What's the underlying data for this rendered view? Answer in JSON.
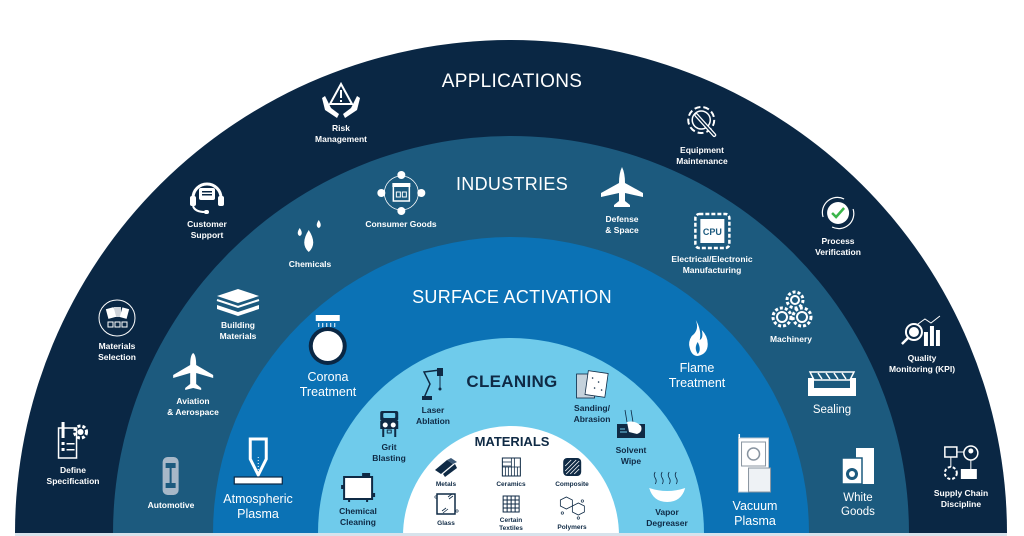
{
  "colors": {
    "applications": "#0a2744",
    "industries": "#1c5a7e",
    "surface_activation": "#0b72b5",
    "cleaning": "#6fcbeb",
    "materials": "#ffffff",
    "icon_dark": "#0f2a45",
    "check_green": "#3bb54a"
  },
  "rings": {
    "applications": {
      "title": "APPLICATIONS",
      "items": [
        {
          "label": "Risk\nManagement",
          "icon": "hands-warning-icon"
        },
        {
          "label": "Equipment\nMaintenance",
          "icon": "gear-wrench-icon"
        },
        {
          "label": "Customer\nSupport",
          "icon": "headset-chat-icon"
        },
        {
          "label": "Process\nVerification",
          "icon": "check-cycle-icon"
        },
        {
          "label": "Materials\nSelection",
          "icon": "materials-select-icon"
        },
        {
          "label": "Quality\nMonitoring (KPI)",
          "icon": "magnifier-chart-icon"
        },
        {
          "label": "Define\nSpecification",
          "icon": "checklist-gear-icon"
        },
        {
          "label": "Supply Chain\nDiscipline",
          "icon": "supply-chain-icon"
        }
      ]
    },
    "industries": {
      "title": "INDUSTRIES",
      "items": [
        {
          "label": "Consumer Goods",
          "icon": "store-people-icon"
        },
        {
          "label": "Defense\n& Space",
          "icon": "fighter-jet-icon"
        },
        {
          "label": "Chemicals",
          "icon": "droplets-icon"
        },
        {
          "label": "Electrical/Electronic\nManufacturing",
          "icon": "cpu-icon"
        },
        {
          "label": "Building\nMaterials",
          "icon": "panels-icon"
        },
        {
          "label": "Machinery",
          "icon": "gears-icon"
        },
        {
          "label": "Aviation\n& Aerospace",
          "icon": "airplane-icon"
        },
        {
          "label": "Sealing",
          "icon": "seal-tray-icon"
        },
        {
          "label": "Automotive",
          "icon": "car-top-icon"
        },
        {
          "label": "White\nGoods",
          "icon": "washer-fridge-icon"
        }
      ]
    },
    "surface_activation": {
      "title": "SURFACE ACTIVATION",
      "items": [
        {
          "label": "Corona\nTreatment",
          "icon": "corona-roller-icon"
        },
        {
          "label": "Flame\nTreatment",
          "icon": "flame-icon"
        },
        {
          "label": "Atmospheric\nPlasma",
          "icon": "plasma-nozzle-icon"
        },
        {
          "label": "Vacuum\nPlasma",
          "icon": "vacuum-chamber-icon"
        }
      ]
    },
    "cleaning": {
      "title": "CLEANING",
      "items": [
        {
          "label": "Laser\nAblation",
          "icon": "laser-arm-icon"
        },
        {
          "label": "Sanding/\nAbrasion",
          "icon": "sandpaper-icon"
        },
        {
          "label": "Grit\nBlasting",
          "icon": "blaster-cabinet-icon"
        },
        {
          "label": "Solvent\nWipe",
          "icon": "wipe-hand-icon"
        },
        {
          "label": "Chemical\nCleaning",
          "icon": "tank-icon"
        },
        {
          "label": "Vapor\nDegreaser",
          "icon": "vapor-bowl-icon"
        }
      ]
    },
    "materials": {
      "title": "MATERIALS",
      "items": [
        {
          "label": "Metals",
          "icon": "metal-bars-icon"
        },
        {
          "label": "Ceramics",
          "icon": "tiles-icon"
        },
        {
          "label": "Composite",
          "icon": "weave-icon"
        },
        {
          "label": "Glass",
          "icon": "glass-pane-icon"
        },
        {
          "label": "Certain\nTextiles",
          "icon": "textile-grid-icon"
        },
        {
          "label": "Polymers",
          "icon": "molecule-icon"
        }
      ]
    }
  }
}
